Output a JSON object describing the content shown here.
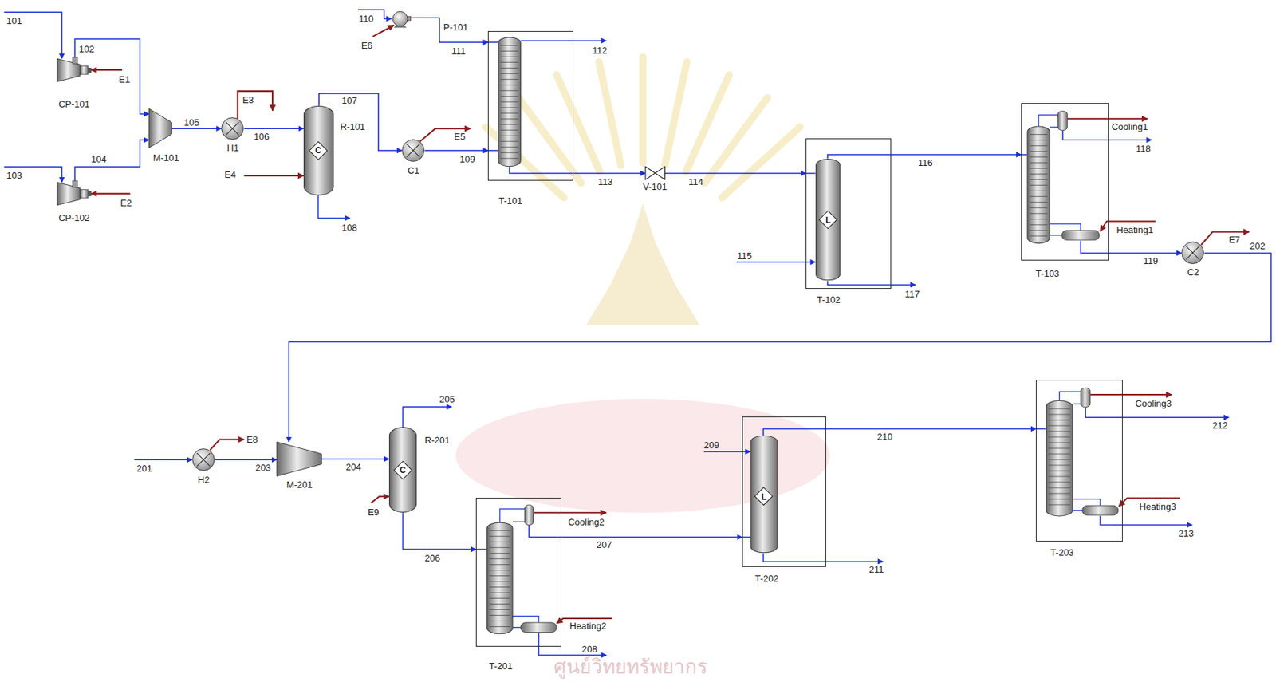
{
  "diagram": {
    "nodes": [
      {
        "text": [
          "CP-101"
        ]
      },
      {
        "text": [
          "CP-102"
        ]
      },
      {
        "text": [
          "M-101"
        ]
      },
      {
        "text": [
          "H1"
        ]
      },
      {
        "text": [
          "R-101",
          "C"
        ]
      },
      {
        "text": [
          "C1"
        ]
      },
      {
        "text": [
          "P-101"
        ]
      },
      {
        "text": [
          "T-101"
        ]
      },
      {
        "text": [
          "V-101"
        ]
      },
      {
        "text": [
          "T-102",
          "L"
        ]
      },
      {
        "text": [
          "T-103"
        ]
      },
      {
        "text": [
          "C2"
        ]
      },
      {
        "text": [
          "H2"
        ]
      },
      {
        "text": [
          "M-201"
        ]
      },
      {
        "text": [
          "R-201",
          "C"
        ]
      },
      {
        "text": [
          "T-201"
        ]
      },
      {
        "text": [
          "T-202",
          "L"
        ]
      },
      {
        "text": [
          "T-203"
        ]
      }
    ],
    "edges": [
      {
        "from": 0,
        "to": 2,
        "label": "102",
        "arrow": "to"
      },
      {
        "from": 1,
        "to": 2,
        "label": "104",
        "arrow": "to"
      },
      {
        "from": 2,
        "to": 3,
        "label": "105",
        "arrow": "to"
      },
      {
        "from": 3,
        "to": 4,
        "label": "106",
        "arrow": "to"
      },
      {
        "from": 4,
        "to": 5,
        "label": "107",
        "arrow": "to"
      },
      {
        "from": 5,
        "to": 7,
        "label": "109",
        "arrow": "to"
      },
      {
        "from": 6,
        "to": 7,
        "label": "111",
        "arrow": "to"
      },
      {
        "from": 7,
        "to": 8,
        "label": "113",
        "arrow": "to"
      },
      {
        "from": 8,
        "to": 9,
        "label": "114",
        "arrow": "to"
      },
      {
        "from": 9,
        "to": 10,
        "label": "116",
        "arrow": "to"
      },
      {
        "from": 10,
        "to": 11,
        "label": "119",
        "arrow": "to"
      },
      {
        "from": 11,
        "to": 13,
        "label": "202",
        "arrow": "to"
      },
      {
        "from": 12,
        "to": 13,
        "label": "203",
        "arrow": "to"
      },
      {
        "from": 13,
        "to": 14,
        "label": "204",
        "arrow": "to"
      },
      {
        "from": 14,
        "to": 15,
        "label": "206",
        "arrow": "to"
      },
      {
        "from": 15,
        "to": 16,
        "label": "207",
        "arrow": "to"
      },
      {
        "from": 16,
        "to": 17,
        "label": "210",
        "arrow": "to"
      }
    ],
    "labels": [
      "101",
      "103",
      "110",
      "112",
      "108",
      "115",
      "117",
      "118",
      "201",
      "205",
      "208",
      "209",
      "211",
      "212",
      "213",
      "E1",
      "E2",
      "E3",
      "E4",
      "E5",
      "E6",
      "E7",
      "E8",
      "E9",
      "Cooling1",
      "Heating1",
      "Cooling2",
      "Heating2",
      "Cooling3",
      "Heating3",
      "ศูนย์วิทยทรัพยากร"
    ]
  }
}
